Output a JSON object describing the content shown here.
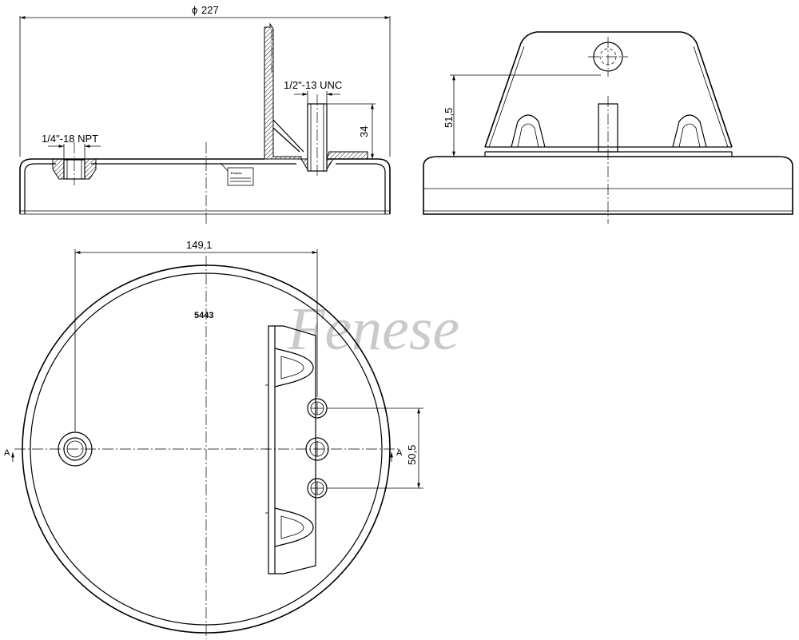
{
  "drawing": {
    "watermark": "Fenese",
    "part_number": "5443",
    "label_logo": "Fenese",
    "section_marker": "A",
    "dimensions": {
      "diameter": "227",
      "diameter_symbol": "ϕ",
      "npt_thread": "1/4\"-18 NPT",
      "unc_thread": "1/2\"-13 UNC",
      "stud_height": "34",
      "side_height": "51,5",
      "hole_offset": "149,1",
      "stud_spacing": "50,5"
    }
  }
}
